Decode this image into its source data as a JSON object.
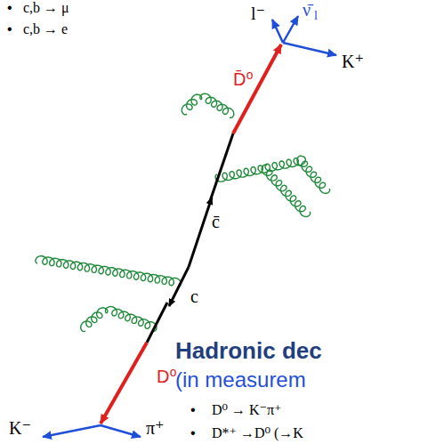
{
  "diagram": {
    "labels": [
      "•",
      "c,b → μ",
      "•",
      "c,b → e",
      "l⁻",
      "ν̄",
      "l",
      "K⁺",
      "D̄⁰",
      "c̄",
      "c",
      "D⁰",
      "K⁻",
      "π⁺",
      "Hadronic dec",
      "(in measurem",
      "•",
      "D⁰ → K⁻π⁺",
      "•",
      "D*⁺ →D⁰ (→K"
    ]
  }
}
